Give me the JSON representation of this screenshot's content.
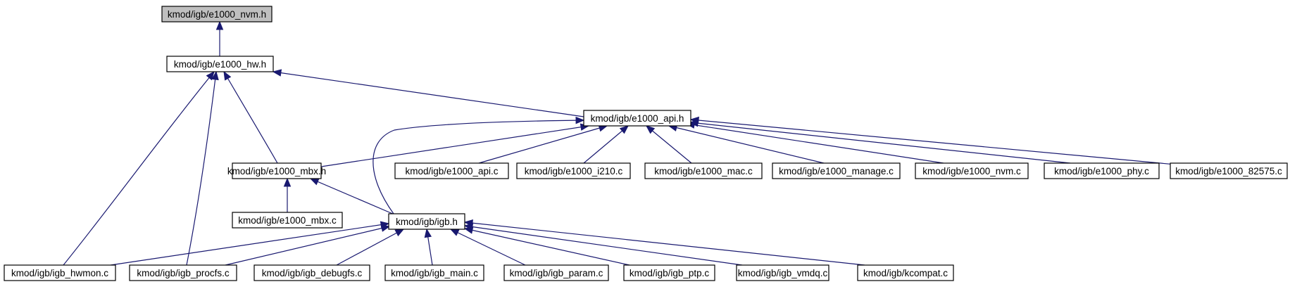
{
  "nodes": [
    {
      "id": "nvm_h",
      "label": "kmod/igb/e1000_nvm.h",
      "highlight": true
    },
    {
      "id": "hw_h",
      "label": "kmod/igb/e1000_hw.h"
    },
    {
      "id": "api_h",
      "label": "kmod/igb/e1000_api.h"
    },
    {
      "id": "mbx_h",
      "label": "kmod/igb/e1000_mbx.h"
    },
    {
      "id": "api_c",
      "label": "kmod/igb/e1000_api.c"
    },
    {
      "id": "i210_c",
      "label": "kmod/igb/e1000_i210.c"
    },
    {
      "id": "mac_c",
      "label": "kmod/igb/e1000_mac.c"
    },
    {
      "id": "manage_c",
      "label": "kmod/igb/e1000_manage.c"
    },
    {
      "id": "nvm_c",
      "label": "kmod/igb/e1000_nvm.c"
    },
    {
      "id": "phy_c",
      "label": "kmod/igb/e1000_phy.c"
    },
    {
      "id": "c82575_c",
      "label": "kmod/igb/e1000_82575.c"
    },
    {
      "id": "mbx_c",
      "label": "kmod/igb/e1000_mbx.c"
    },
    {
      "id": "igb_h",
      "label": "kmod/igb/igb.h"
    },
    {
      "id": "hwmon_c",
      "label": "kmod/igb/igb_hwmon.c"
    },
    {
      "id": "procfs_c",
      "label": "kmod/igb/igb_procfs.c"
    },
    {
      "id": "debugfs_c",
      "label": "kmod/igb/igb_debugfs.c"
    },
    {
      "id": "main_c",
      "label": "kmod/igb/igb_main.c"
    },
    {
      "id": "param_c",
      "label": "kmod/igb/igb_param.c"
    },
    {
      "id": "ptp_c",
      "label": "kmod/igb/igb_ptp.c"
    },
    {
      "id": "vmdq_c",
      "label": "kmod/igb/igb_vmdq.c"
    },
    {
      "id": "kcompat_c",
      "label": "kmod/igb/kcompat.c"
    }
  ],
  "edges": [
    {
      "from": "hw_h",
      "to": "nvm_h"
    },
    {
      "from": "api_h",
      "to": "hw_h"
    },
    {
      "from": "mbx_h",
      "to": "hw_h"
    },
    {
      "from": "hwmon_c",
      "to": "hw_h"
    },
    {
      "from": "procfs_c",
      "to": "hw_h"
    },
    {
      "from": "mbx_h",
      "to": "api_h"
    },
    {
      "from": "api_c",
      "to": "api_h"
    },
    {
      "from": "i210_c",
      "to": "api_h"
    },
    {
      "from": "mac_c",
      "to": "api_h"
    },
    {
      "from": "manage_c",
      "to": "api_h"
    },
    {
      "from": "nvm_c",
      "to": "api_h"
    },
    {
      "from": "phy_c",
      "to": "api_h"
    },
    {
      "from": "c82575_c",
      "to": "api_h"
    },
    {
      "from": "igb_h",
      "to": "api_h"
    },
    {
      "from": "mbx_c",
      "to": "mbx_h"
    },
    {
      "from": "igb_h",
      "to": "mbx_h"
    },
    {
      "from": "hwmon_c",
      "to": "igb_h"
    },
    {
      "from": "procfs_c",
      "to": "igb_h"
    },
    {
      "from": "debugfs_c",
      "to": "igb_h"
    },
    {
      "from": "main_c",
      "to": "igb_h"
    },
    {
      "from": "param_c",
      "to": "igb_h"
    },
    {
      "from": "ptp_c",
      "to": "igb_h"
    },
    {
      "from": "vmdq_c",
      "to": "igb_h"
    },
    {
      "from": "kcompat_c",
      "to": "igb_h"
    }
  ]
}
